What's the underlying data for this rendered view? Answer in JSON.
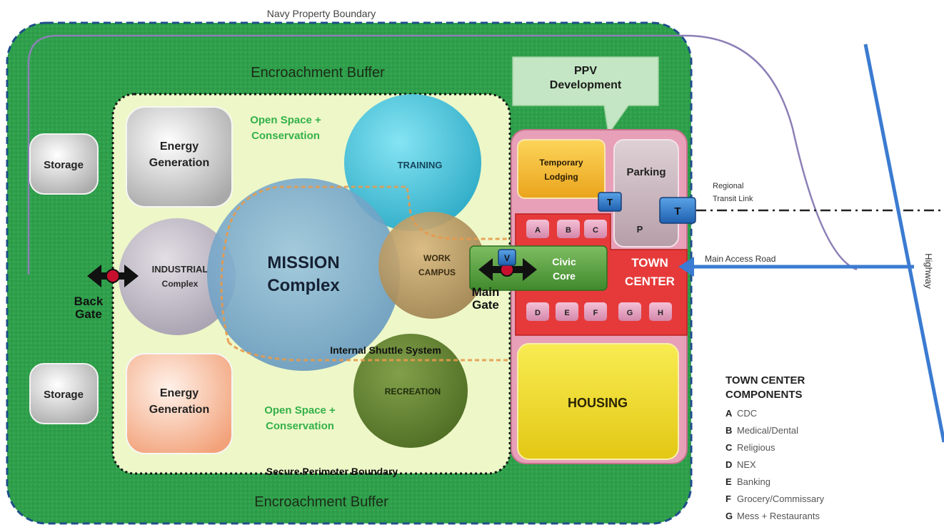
{
  "labels": {
    "navy_boundary": "Navy Property Boundary",
    "buffer_top": "Encroachment Buffer",
    "buffer_bottom": "Encroachment Buffer",
    "ppv_line1": "PPV",
    "ppv_line2": "Development",
    "open_space_top_1": "Open Space +",
    "open_space_top_2": "Conservation",
    "open_space_bottom_1": "Open Space +",
    "open_space_bottom_2": "Conservation",
    "storage_top": "Storage",
    "storage_bottom": "Storage",
    "energy_top_1": "Energy",
    "energy_top_2": "Generation",
    "energy_bottom_1": "Energy",
    "energy_bottom_2": "Generation",
    "training": "TRAINING",
    "industrial_1": "INDUSTRIAL",
    "industrial_2": "Complex",
    "mission_1": "MISSION",
    "mission_2": "Complex",
    "work_1": "WORK",
    "work_2": "CAMPUS",
    "recreation": "RECREATION",
    "shuttle": "Internal Shuttle System",
    "secure_perimeter": "Secure Perimeter Boundary",
    "back_gate_1": "Back",
    "back_gate_2": "Gate",
    "main_gate_1": "Main",
    "main_gate_2": "Gate",
    "temp_lodging_1": "Temporary",
    "temp_lodging_2": "Lodging",
    "parking": "Parking",
    "parking_p": "P",
    "civic_1": "Civic",
    "civic_2": "Core",
    "town_center_1": "TOWN",
    "town_center_2": "CENTER",
    "housing": "HOUSING",
    "transit_badge": "T",
    "visitor_badge": "V",
    "regional_transit_1": "Regional",
    "regional_transit_2": "Transit Link",
    "main_access_road": "Main Access Road",
    "highway": "Highway"
  },
  "component_blocks": {
    "top_row": [
      "A",
      "B",
      "C"
    ],
    "bottom_row": [
      "D",
      "E",
      "F",
      "G",
      "H"
    ]
  },
  "legend": {
    "title_line1": "TOWN CENTER",
    "title_line2": "COMPONENTS",
    "items": [
      {
        "key": "A",
        "label": "CDC"
      },
      {
        "key": "B",
        "label": "Medical/Dental"
      },
      {
        "key": "C",
        "label": "Religious"
      },
      {
        "key": "D",
        "label": "NEX"
      },
      {
        "key": "E",
        "label": "Banking"
      },
      {
        "key": "F",
        "label": "Grocery/Commissary"
      },
      {
        "key": "G",
        "label": "Mess + Restaurants"
      }
    ]
  },
  "colors": {
    "buffer_green": "#2e9e4a",
    "inner_zone": "#eef7c8",
    "town_center_red": "#e53b3b",
    "component_pink": "#e9a6c4",
    "road_blue": "#3b7bd1",
    "shuttle_orange": "#e8a45a",
    "housing_yellow": "#f3e235"
  }
}
